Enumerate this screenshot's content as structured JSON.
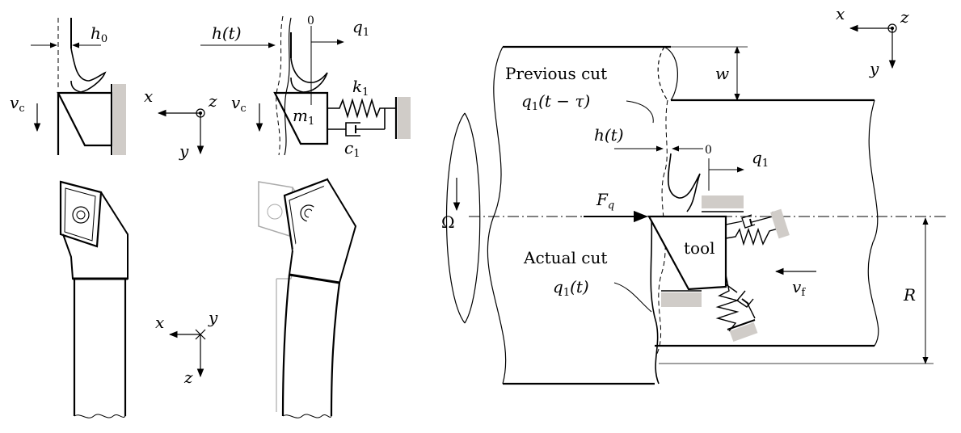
{
  "labels": {
    "h0": "h",
    "h0_sub": "0",
    "ht_a": "h(t)",
    "zero_a": "0",
    "q1_a": "q",
    "q1_a_sub": "1",
    "k1": "k",
    "k1_sub": "1",
    "c1": "c",
    "c1_sub": "1",
    "m1": "m",
    "m1_sub": "1",
    "vc_1": "v",
    "vc_1_sub": "c",
    "vc_2": "v",
    "vc_2_sub": "c",
    "axis_x_1": "x",
    "axis_y_1": "y",
    "axis_z_1": "z",
    "axis_x_2": "x",
    "axis_y_2": "y",
    "axis_z_2": "z",
    "axis_x_3": "x",
    "axis_y_3": "y",
    "axis_z_3": "z",
    "previous_cut": "Previous cut",
    "q1_prev": "q",
    "q1_prev_sub": "1",
    "q1_prev_arg": "(t − τ)",
    "w": "w",
    "ht_b": "h(t)",
    "zero_b": "0",
    "q1_b": "q",
    "q1_b_sub": "1",
    "fq": "F",
    "fq_sub": "q",
    "omega": "Ω",
    "tool": "tool",
    "actual_cut": "Actual cut",
    "q1_act": "q",
    "q1_act_sub": "1",
    "q1_act_arg": "(t)",
    "vf": "v",
    "vf_sub": "f",
    "R": "R"
  }
}
